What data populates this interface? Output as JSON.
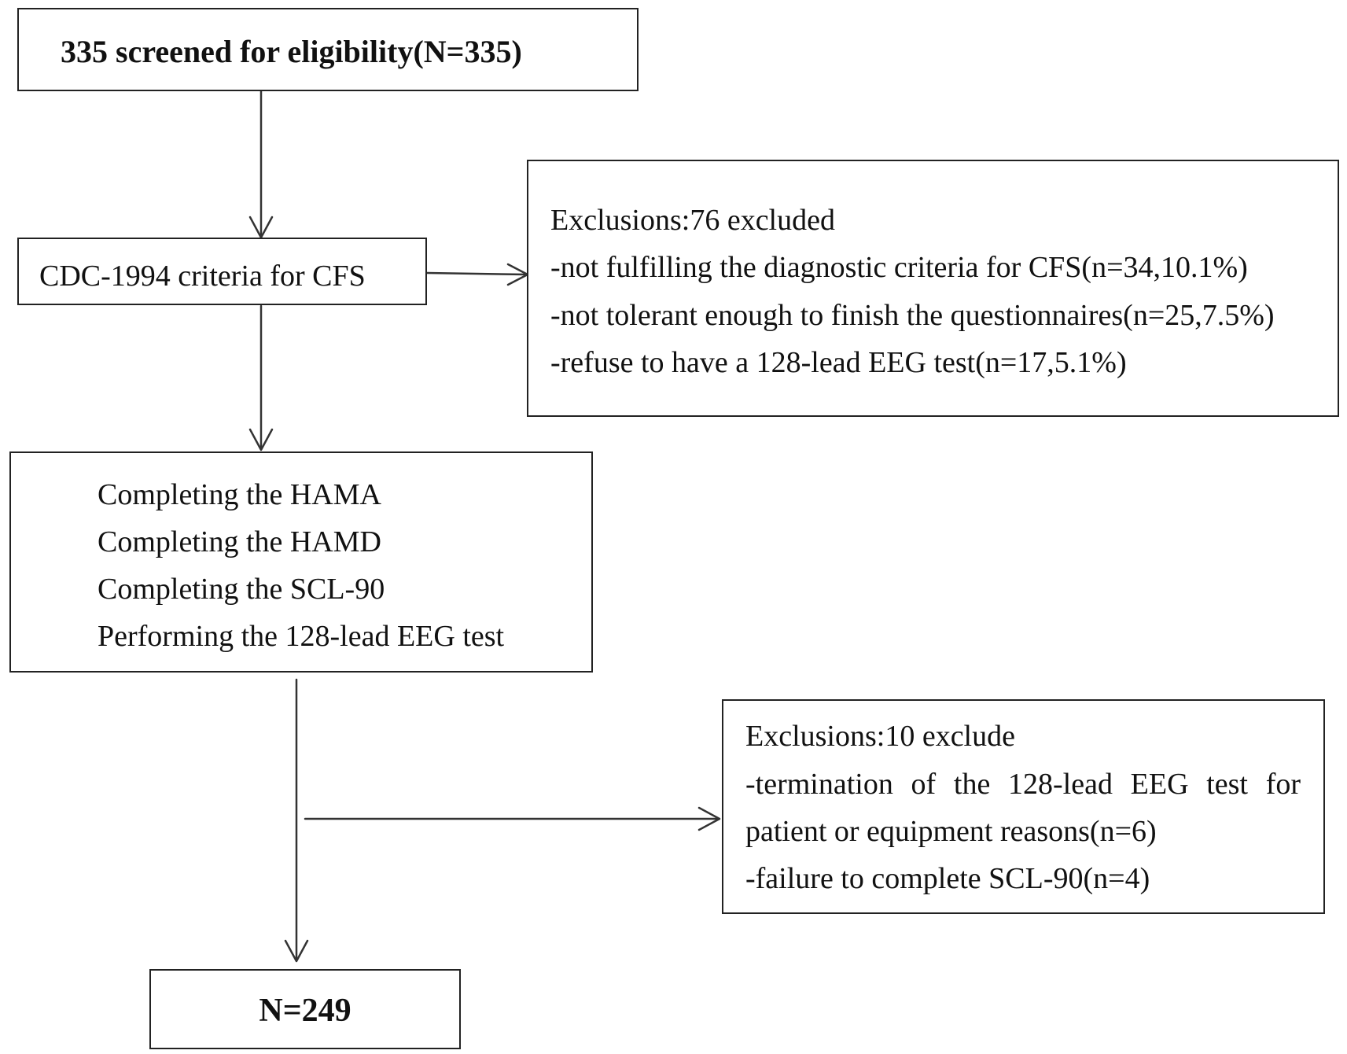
{
  "screening": {
    "text": "335 screened for eligibility(N=335)"
  },
  "criteria": {
    "text": "CDC-1994 criteria for CFS"
  },
  "exclusions_first": {
    "title": "Exclusions:76 excluded",
    "items": [
      "-not fulfilling the diagnostic criteria for CFS(n=34,10.1%)",
      "-not tolerant enough to finish the questionnaires(n=25,7.5%)",
      "-refuse to have a 128-lead EEG test(n=17,5.1%)"
    ]
  },
  "assessments": {
    "items": [
      "Completing the HAMA",
      "Completing the HAMD",
      "Completing the SCL-90",
      "Performing the 128-lead EEG test"
    ]
  },
  "exclusions_second": {
    "title": "Exclusions:10 exclude",
    "items": [
      "-termination of the 128-lead EEG test for",
      "patient or equipment reasons(n=6)",
      "-failure to complete SCL-90(n=4)"
    ]
  },
  "final": {
    "text": "N=249"
  }
}
